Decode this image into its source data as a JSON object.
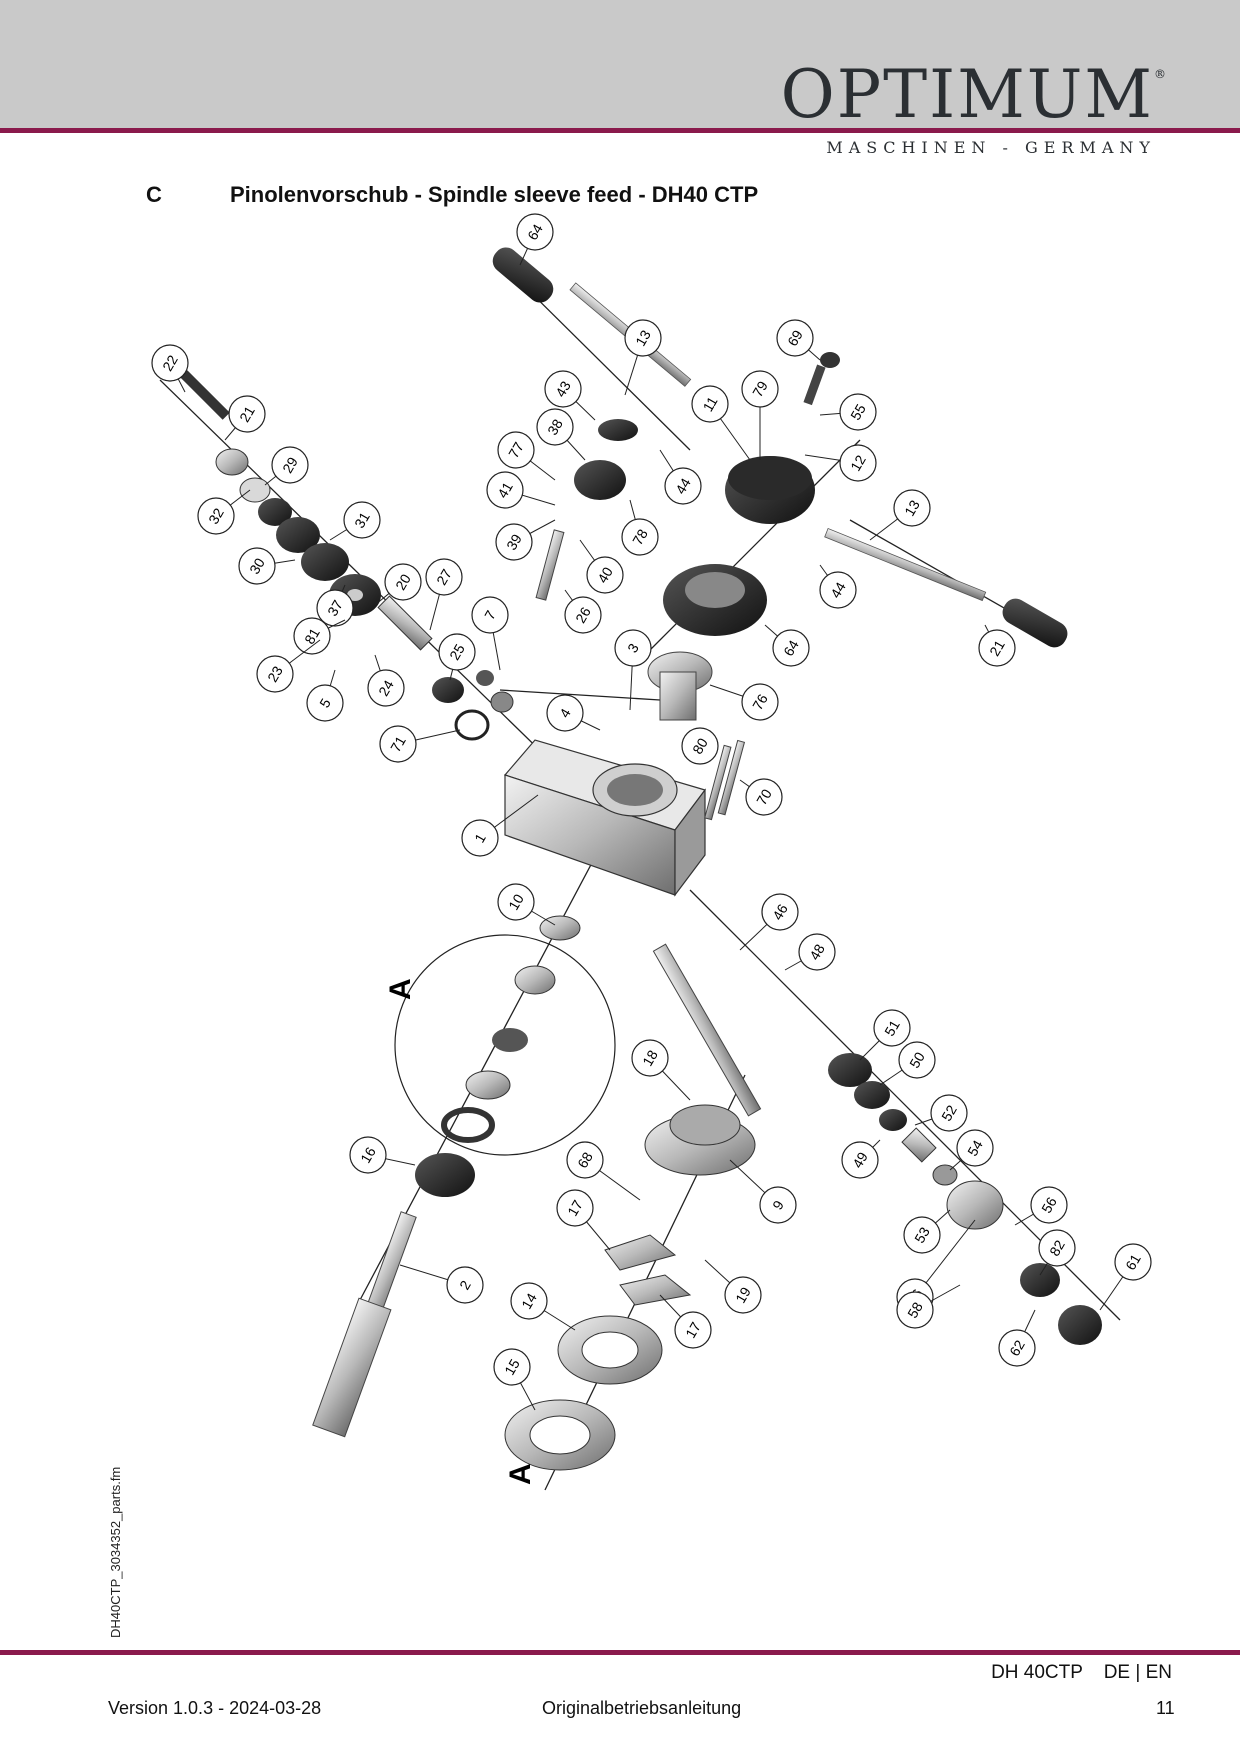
{
  "header": {
    "logo": "OPTIMUM",
    "logo_mark": "®",
    "subline": "MASCHINEN - GERMANY"
  },
  "section": {
    "letter": "C",
    "title": "Pinolenvorschub - Spindle sleeve feed - DH40 CTP"
  },
  "diagram": {
    "detail_label": "A",
    "section_label": "A",
    "callouts": [
      "64",
      "13",
      "69",
      "43",
      "79",
      "11",
      "55",
      "22",
      "21",
      "38",
      "12",
      "77",
      "41",
      "44",
      "29",
      "39",
      "78",
      "40",
      "32",
      "31",
      "13",
      "30",
      "20",
      "27",
      "37",
      "44",
      "26",
      "81",
      "7",
      "3",
      "64",
      "21",
      "25",
      "23",
      "24",
      "5",
      "4",
      "76",
      "71",
      "80",
      "70",
      "1",
      "10",
      "46",
      "48",
      "51",
      "50",
      "18",
      "16",
      "52",
      "68",
      "49",
      "54",
      "9",
      "17",
      "53",
      "56",
      "2",
      "19",
      "82",
      "61",
      "14",
      "56",
      "58",
      "17",
      "62",
      "15"
    ]
  },
  "side_note": "DH40CTP_3034352_parts.fm",
  "footer": {
    "model": "DH 40CTP    DE | EN",
    "version": "Version 1.0.3 - 2024-03-28",
    "center": "Originalbetriebsanleitung",
    "page": "11"
  }
}
